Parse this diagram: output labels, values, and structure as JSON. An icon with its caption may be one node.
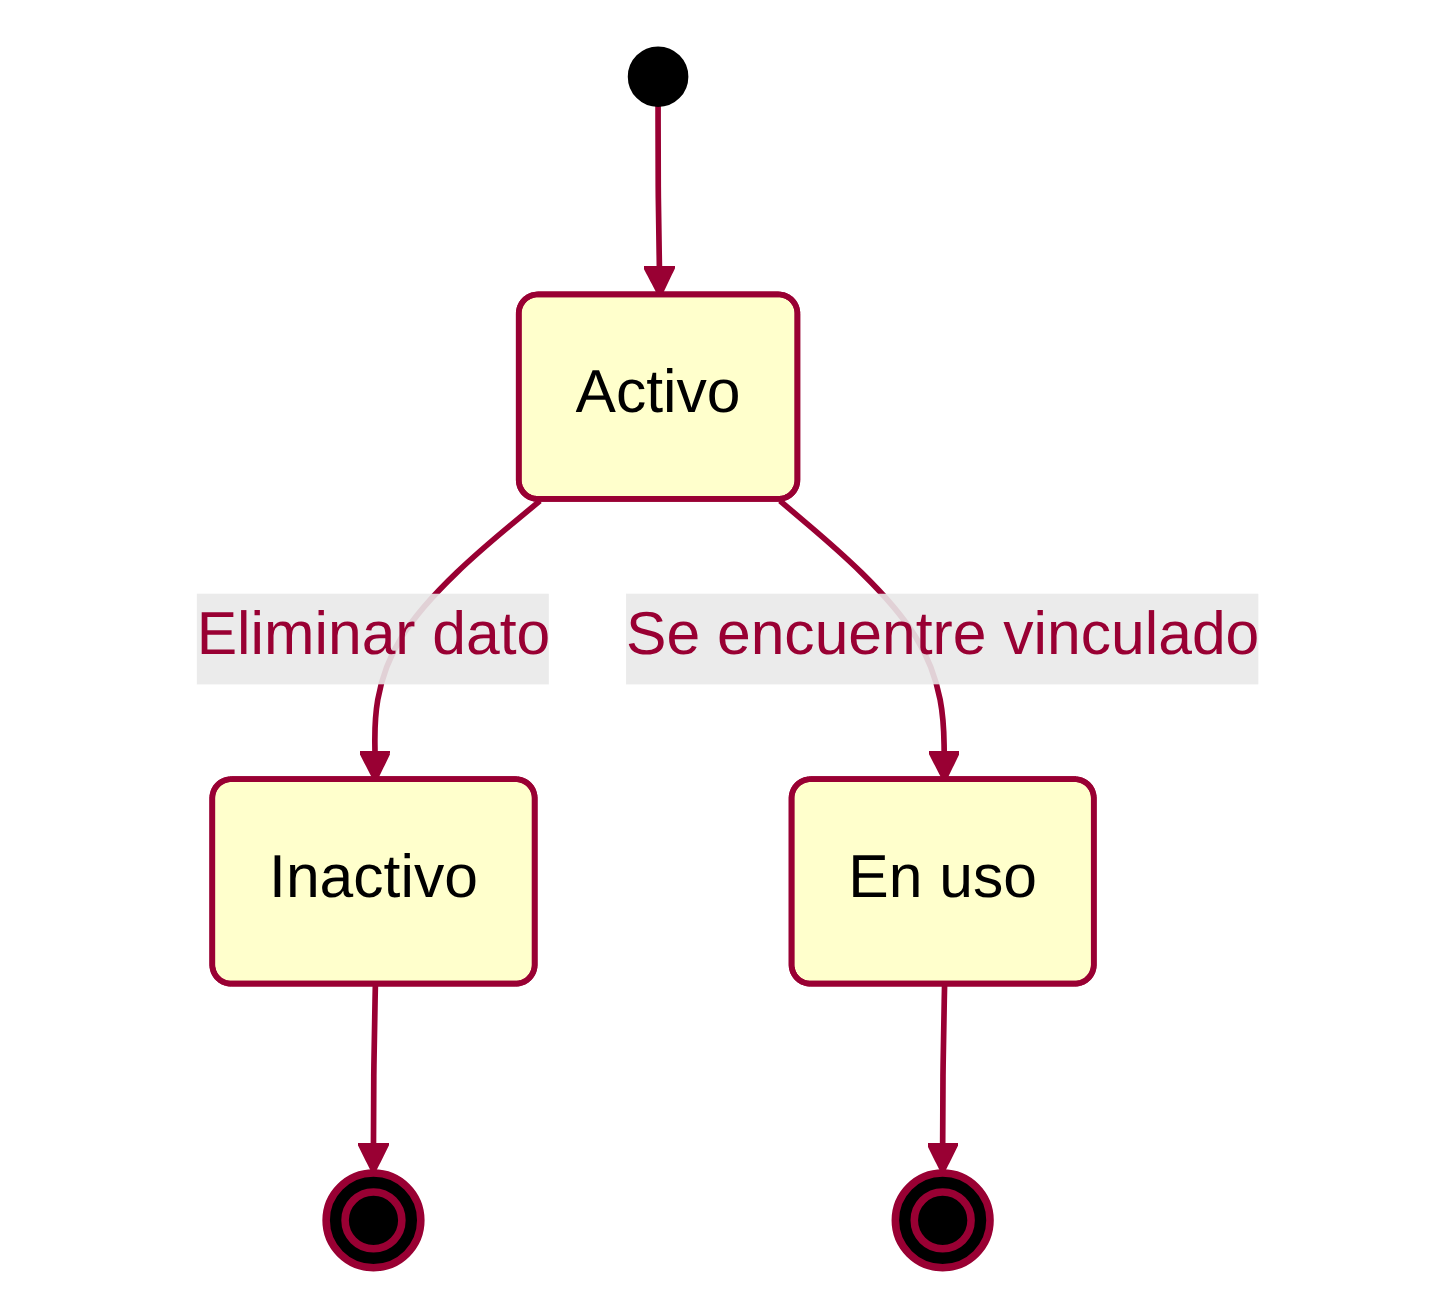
{
  "diagram": {
    "nodes": [
      {
        "text": [],
        "shape": "circle"
      },
      {
        "text": [
          "Activo"
        ]
      },
      {
        "text": [
          "Inactivo"
        ]
      },
      {
        "text": [],
        "shape": "circle"
      },
      {
        "text": [
          "En uso"
        ]
      },
      {
        "text": [],
        "shape": "circle"
      }
    ],
    "edges": [
      {
        "from": 0,
        "to": 1,
        "arrow": "to"
      },
      {
        "from": 1,
        "to": 2,
        "label": "Eliminar dato",
        "arrow": "to"
      },
      {
        "from": 2,
        "to": 3,
        "arrow": "to"
      },
      {
        "from": 1,
        "to": 4,
        "label": "Se encuentre vinculado",
        "arrow": "to"
      },
      {
        "from": 4,
        "to": 5,
        "arrow": "to"
      }
    ]
  }
}
